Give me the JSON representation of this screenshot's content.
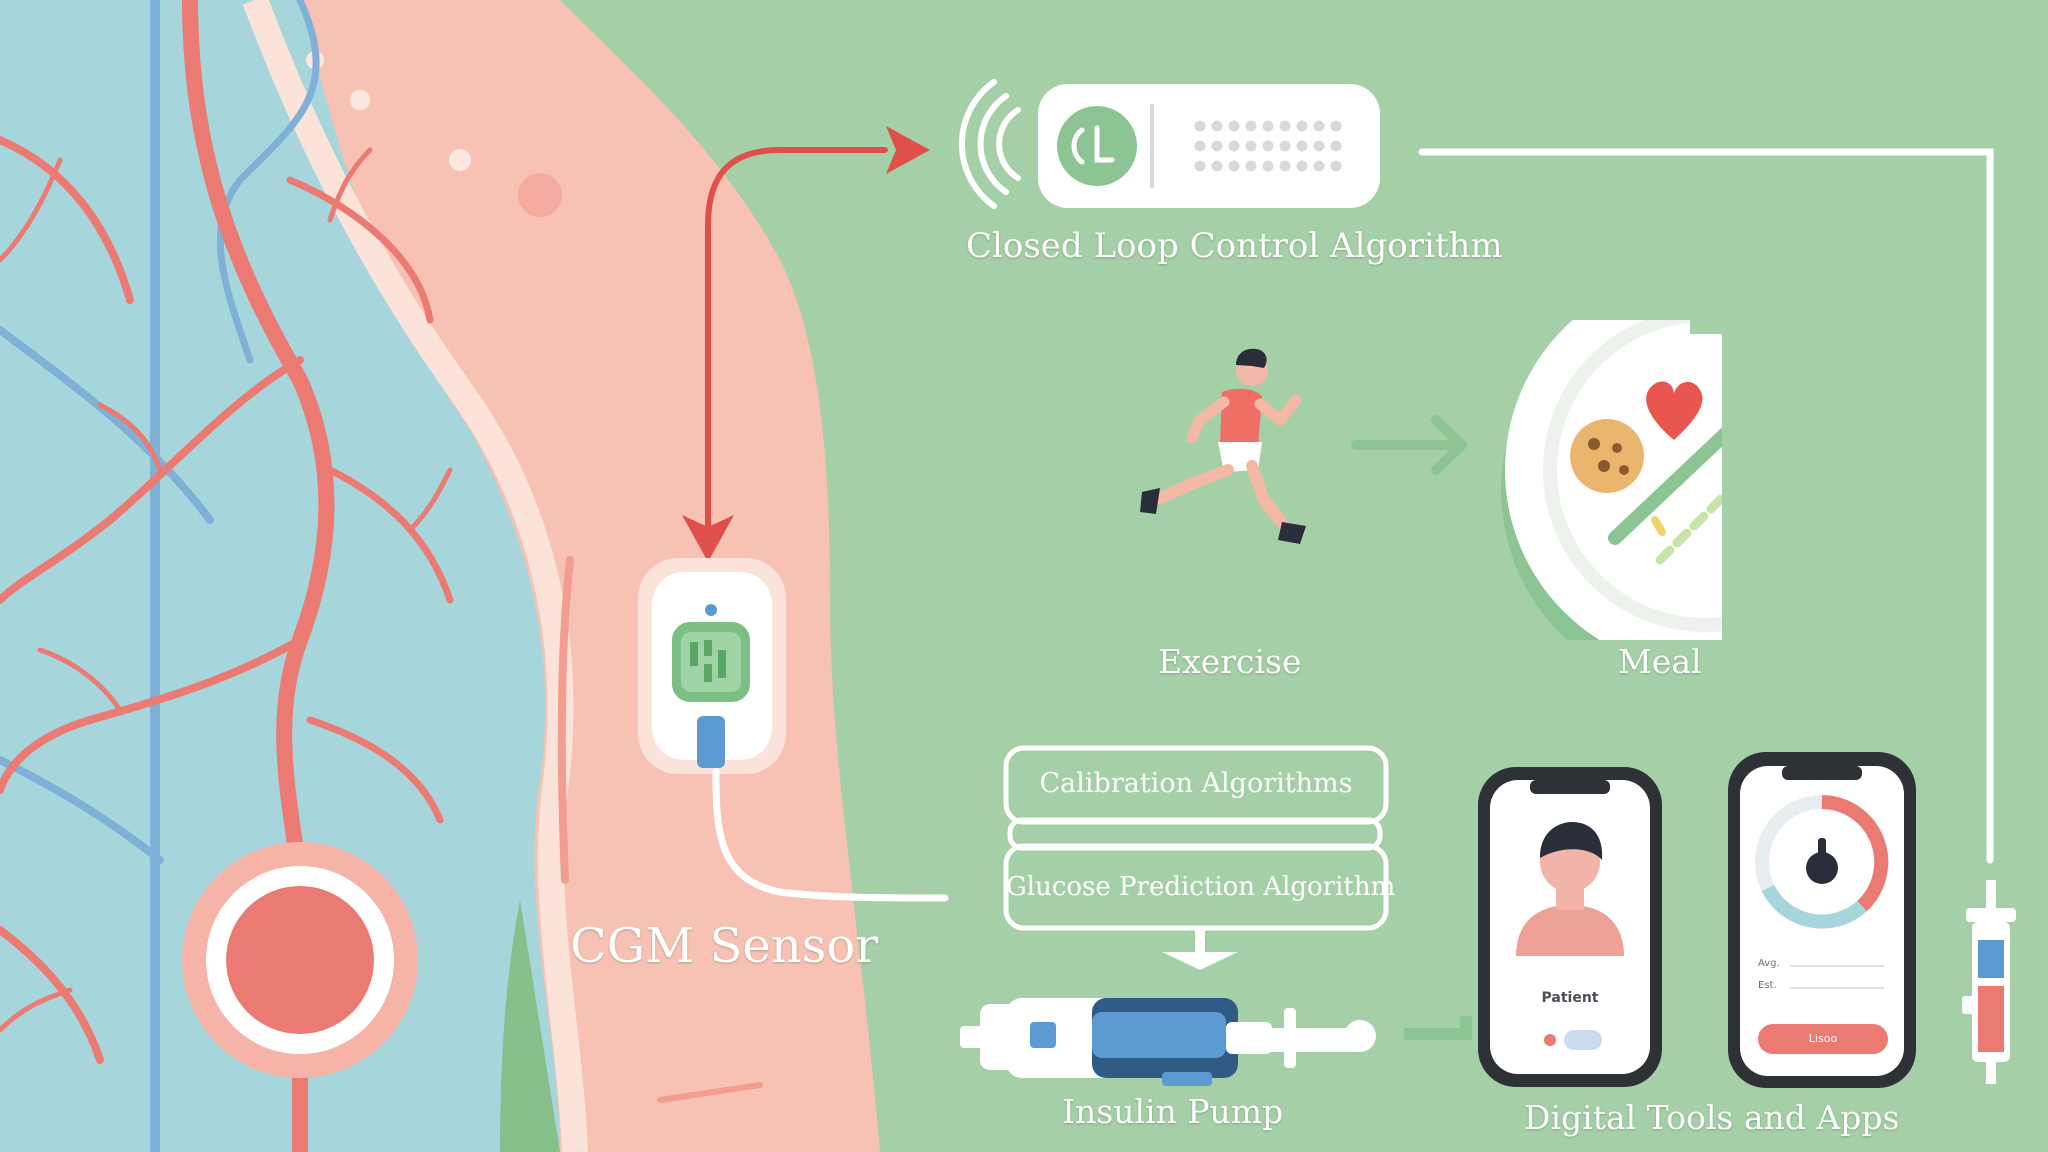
{
  "labels": {
    "closed_loop": "Closed Loop Control Algorithm",
    "exercise": "Exercise",
    "meal": "Meal",
    "cgm_sensor": "CGM Sensor",
    "insulin_pump": "Insulin Pump",
    "digital_tools": "Digital Tools and Apps"
  },
  "algorithm_stack": {
    "calibration": "Calibration Algorithms",
    "prediction": "Glucose Prediction Algorithm"
  },
  "phone_left": {
    "caption": "Patient"
  },
  "phone_right": {
    "line1": "Avg.",
    "line2": "Est.",
    "button": "Lisoo"
  },
  "colors": {
    "background": "#a5d0a7",
    "skin": "#f7c2b4",
    "vessel_red": "#ea7a72",
    "vessel_blue": "#7fb0d8",
    "arrow_red": "#e0504a",
    "white": "#ffffff"
  },
  "icons": [
    "wireless-signal-icon",
    "controller-device-icon",
    "runner-icon",
    "meal-plate-icon",
    "heart-icon",
    "cookie-icon",
    "cgm-sensor-icon",
    "insulin-pump-icon",
    "syringe-icon",
    "smartphone-icon",
    "gauge-icon",
    "lock-icon"
  ]
}
